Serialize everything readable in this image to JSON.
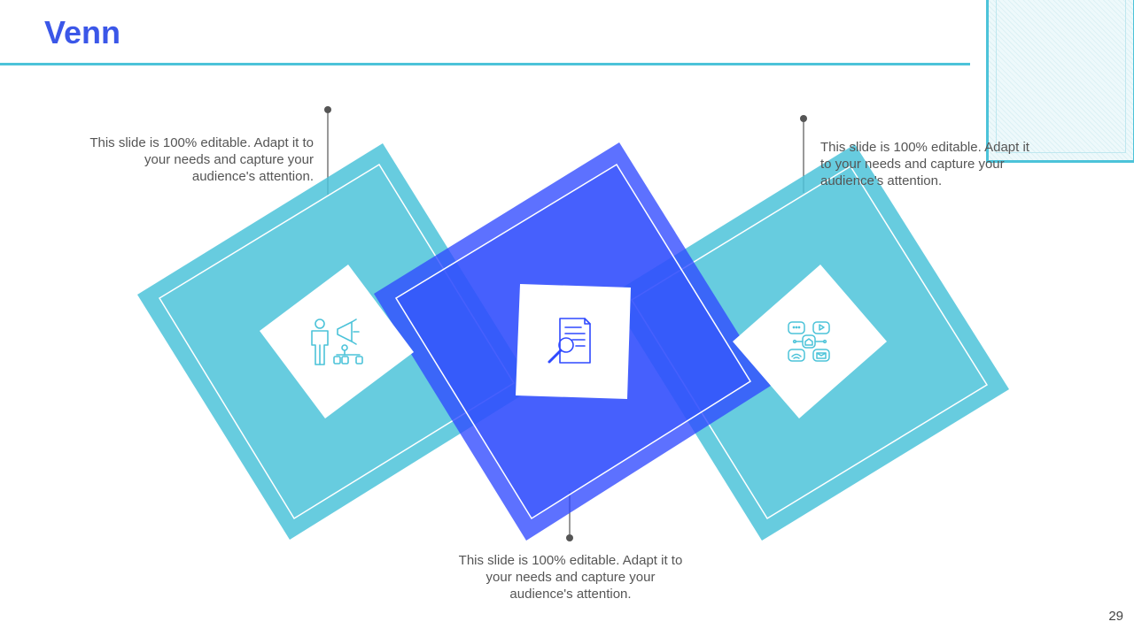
{
  "title": "Venn",
  "captions": {
    "left": "This slide is 100% editable. Adapt it to your needs and capture your audience's attention.",
    "right": "This slide is 100% editable. Adapt it to your needs and capture your audience's attention.",
    "bottom": "This slide is 100% editable. Adapt it to your needs and capture your audience's attention."
  },
  "icons": {
    "left": "presenter-megaphone-icon",
    "center": "document-search-icon",
    "right": "digital-channels-icon"
  },
  "colors": {
    "accent_title": "#3b57e8",
    "teal": "#4cc3d9",
    "blue": "#3352fb",
    "caption_text": "#555555"
  },
  "page_number": "29"
}
